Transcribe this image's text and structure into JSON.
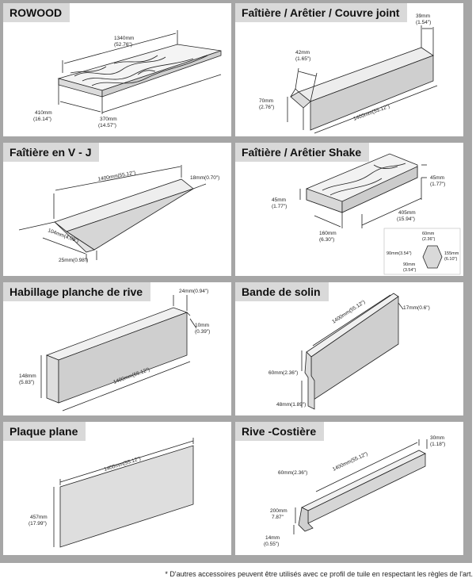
{
  "panels": [
    {
      "title": "ROWOOD",
      "dims": [
        "1340mm",
        "(52.76\")",
        "410mm",
        "(16.14\")",
        "370mm",
        "(14.57\")"
      ]
    },
    {
      "title": "Faîtière / Arêtier / Couvre joint",
      "dims": [
        "39mm",
        "(1.54\")",
        "42mm",
        "(1.65\")",
        "70mm",
        "(2.76\")",
        "1400mm(55.12\")"
      ]
    },
    {
      "title": "Faîtière en V - J",
      "dims": [
        "1400mm(55.12\")",
        "18mm(0.70\")",
        "104mm(4.09\")",
        "25mm(0.98\")"
      ]
    },
    {
      "title": "Faîtière / Arêtier Shake",
      "dims": [
        "45mm",
        "(1.77\")",
        "45mm",
        "(1.77\")",
        "405mm",
        "(15.94\")",
        "160mm",
        "(6.30\")",
        "60mm",
        "(2.36\")",
        "90mm(3.54\")",
        "155mm",
        "(6.10\")",
        "90mm",
        "(3.54\")"
      ]
    },
    {
      "title": "Habillage planche de rive",
      "dims": [
        "24mm(0.94\")",
        "10mm",
        "(0.39\")",
        "148mm",
        "(5.83\")",
        "1400mm(55.12\")"
      ]
    },
    {
      "title": "Bande de solin",
      "dims": [
        "1400mm(55.12\")",
        "17mm(0.6\")",
        "60mm(2.36\")",
        "48mm(1.89\")"
      ]
    },
    {
      "title": "Plaque plane",
      "dims": [
        "1400mm(55.12\")",
        "457mm",
        "(17.99\")"
      ]
    },
    {
      "title": "Rive -Costière",
      "dims": [
        "30mm",
        "(1.18\")",
        "60mm(2.36\")",
        "1400mm(55.12\")",
        "200mm",
        "7.87\"",
        "14mm",
        "(0.55\")"
      ]
    }
  ],
  "footnote": "* D'autres accessoires peuvent être utilisés avec ce profil de tuile en respectant les règles de l'art."
}
